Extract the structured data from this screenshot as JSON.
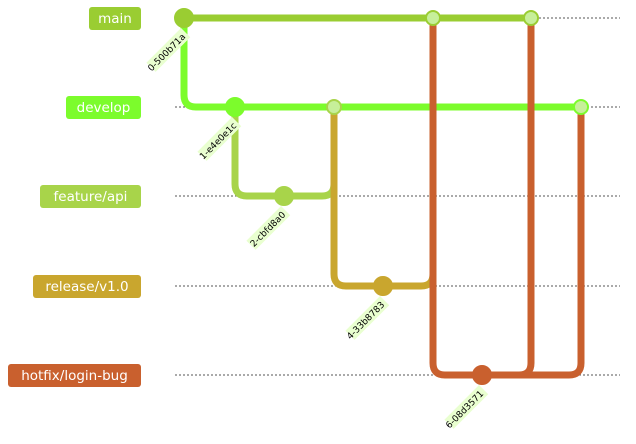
{
  "colors": {
    "main": "#9acd32",
    "develop": "#7cfc2c",
    "feature_api": "#a8d44a",
    "release_v1_0": "#c9a62e",
    "hotfix_login_bug": "#c9602e",
    "merge_fill": "#c7ef9a",
    "id_label_bg": "#e9ffd0",
    "guide_line": "#555555"
  },
  "branches": [
    {
      "key": "main",
      "label": "main"
    },
    {
      "key": "develop",
      "label": "develop"
    },
    {
      "key": "feature_api",
      "label": "feature/api"
    },
    {
      "key": "release_v1_0",
      "label": "release/v1.0"
    },
    {
      "key": "hotfix_login_bug",
      "label": "hotfix/login-bug"
    }
  ],
  "commits": [
    {
      "id": "0-500b71a",
      "branch": "main"
    },
    {
      "id": "1-e4e0e1c",
      "branch": "develop"
    },
    {
      "id": "2-cbfd8a0",
      "branch": "feature_api"
    },
    {
      "id": "4-33b8783",
      "branch": "release_v1_0"
    },
    {
      "id": "6-08d3571",
      "branch": "hotfix_login_bug"
    }
  ],
  "merges": [
    {
      "from": "feature_api",
      "into": "develop"
    },
    {
      "from": "release_v1_0",
      "into": "main"
    },
    {
      "from": "hotfix_login_bug",
      "into": "main"
    },
    {
      "from": "hotfix_login_bug",
      "into": "develop"
    }
  ]
}
